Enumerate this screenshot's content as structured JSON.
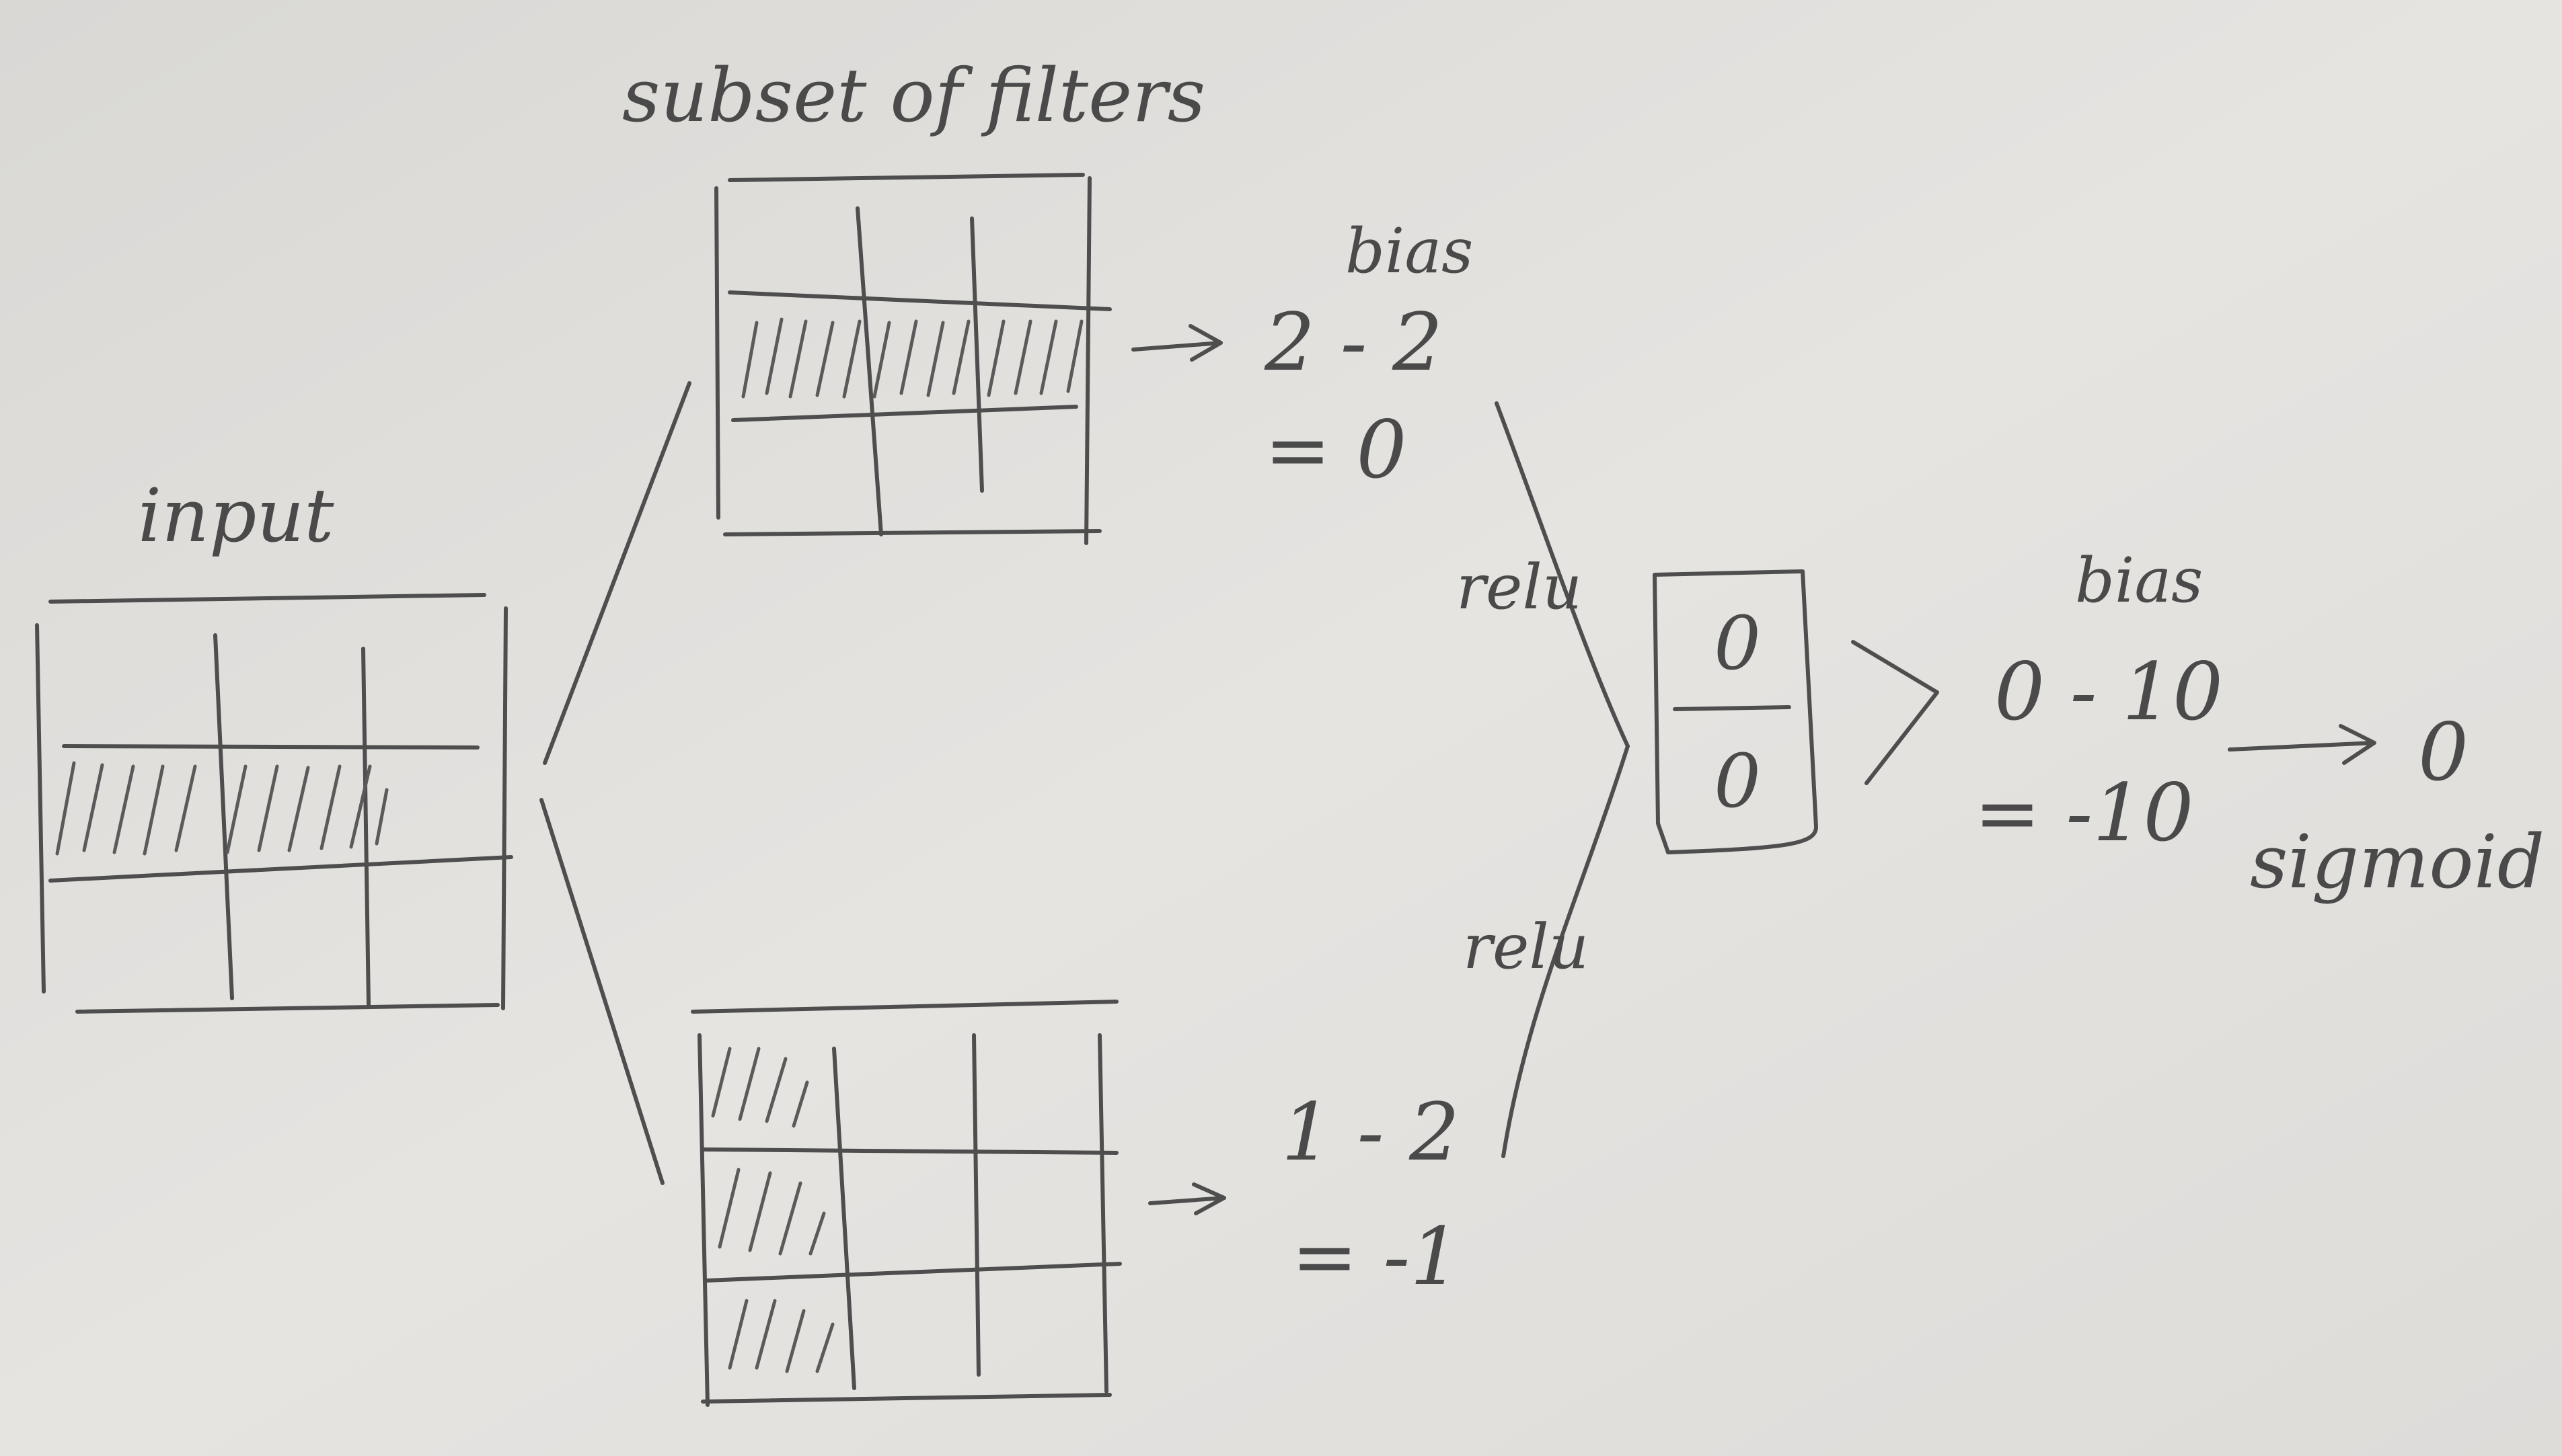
{
  "labels": {
    "filters_title": "subset of filters",
    "input_title": "input",
    "top_bias": "bias",
    "top_calc_line1": "2 - 2",
    "top_calc_line2": "= 0",
    "bottom_calc_line1": "1 - 2",
    "bottom_calc_line2": "= -1",
    "relu_top": "relu",
    "relu_bottom": "relu",
    "vector_top": "0",
    "vector_bottom": "0",
    "out_bias": "bias",
    "out_calc_line1": "0 - 10",
    "out_calc_line2": "= -10",
    "result": "0",
    "activation": "sigmoid"
  },
  "colors": {
    "paper": "#e4e2df",
    "ink": "#4e4e4e"
  }
}
